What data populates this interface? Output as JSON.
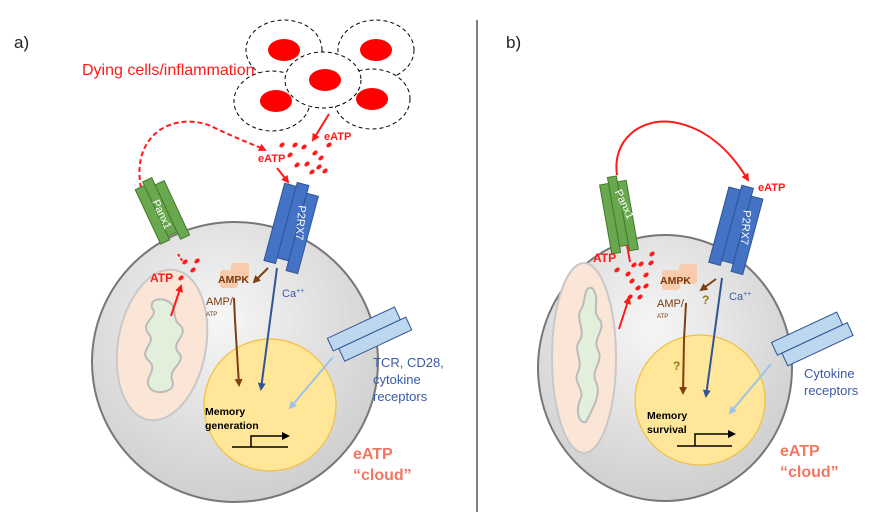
{
  "figure": {
    "divider": true,
    "colors": {
      "red": "#ff1a1a",
      "panx1_green": "#6aa84f",
      "p2rx7_blue": "#4472c4",
      "ampk_fill": "#f8cbad",
      "nucleus_fill": "#ffe699",
      "cell_fill": "#e0e0e0",
      "mito_fill": "#fbe5d6",
      "cristae_fill": "#e2efda",
      "receptor_fill": "#bdd7ee",
      "brown_arrow": "#7f3f12",
      "blue_arrow": "#2f5597",
      "light_blue_arrow": "#9dc3e6",
      "cloud_text": "#f4806a"
    }
  },
  "panel_a": {
    "label": "a)",
    "dying_cells_label": "Dying cells/inflammation",
    "eatp_top": "eATP",
    "eatp_left": "eATP",
    "panx1": "Panx1",
    "p2rx7": "P2RX7",
    "atp": "ATP",
    "ampk": "AMPK",
    "amp": "AMP/",
    "amp_sub": "ATP",
    "calcium": "Ca",
    "calcium_sup": "++",
    "receptors": [
      "TCR, CD28,",
      "cytokine",
      "receptors"
    ],
    "nucleus_label": [
      "Memory",
      "generation"
    ],
    "cloud_label": [
      "eATP",
      "“cloud”"
    ]
  },
  "panel_b": {
    "label": "b)",
    "eatp": "eATP",
    "panx1": "Panx1",
    "p2rx7": "P2RX7",
    "atp": "ATP",
    "ampk": "AMPK",
    "amp": "AMP/",
    "amp_sub": "ATP",
    "question_1": "?",
    "question_2": "?",
    "calcium": "Ca",
    "calcium_sup": "++",
    "receptors": [
      "Cytokine",
      "receptors"
    ],
    "nucleus_label": [
      "Memory",
      "survival"
    ],
    "cloud_label": [
      "eATP",
      "“cloud”"
    ]
  }
}
